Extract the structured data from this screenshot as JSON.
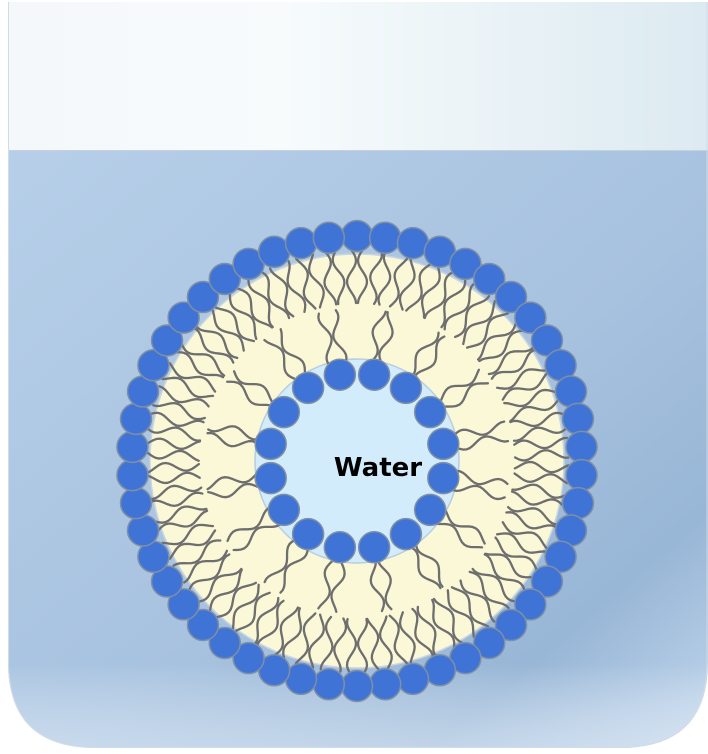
{
  "diagram": {
    "center_label": "Water",
    "outer_head_count": 50,
    "inner_head_count": 16,
    "colors": {
      "head_fill": "#3f74d6",
      "head_stroke": "#7f8fa4",
      "tail_stroke": "#6e6e6e",
      "bilayer_fill": "#fbf8d8",
      "bilayer_stroke": "#c9d6e0",
      "core_fill": "#d2ecfb",
      "container_water": "#a9c6e3",
      "container_air": "#eaf4f8"
    }
  }
}
